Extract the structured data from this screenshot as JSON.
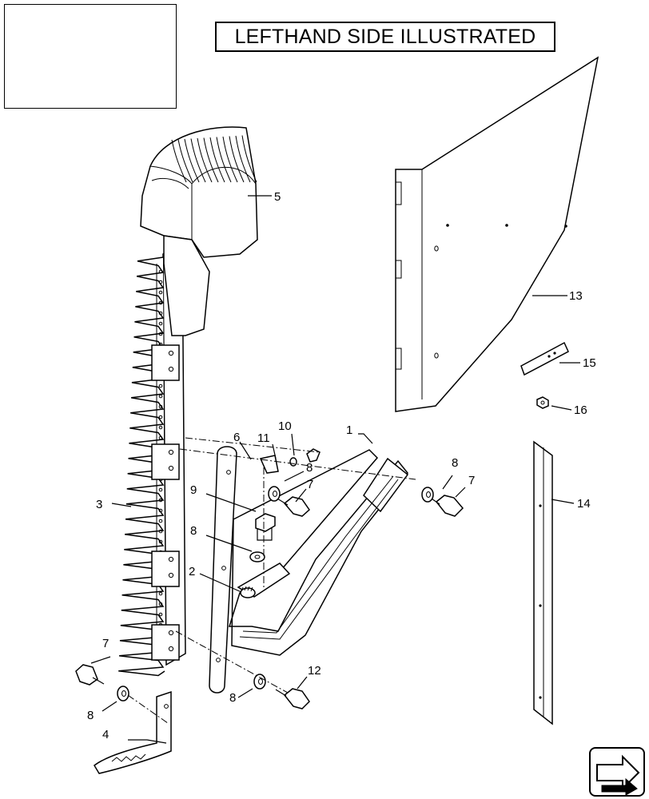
{
  "header": {
    "caption": "LEFTHAND SIDE ILLUSTRATED"
  },
  "callouts": [
    {
      "id": "c1",
      "text": "1"
    },
    {
      "id": "c2",
      "text": "2"
    },
    {
      "id": "c3",
      "text": "3"
    },
    {
      "id": "c4",
      "text": "4"
    },
    {
      "id": "c5",
      "text": "5"
    },
    {
      "id": "c6",
      "text": "6"
    },
    {
      "id": "c7a",
      "text": "7"
    },
    {
      "id": "c7b",
      "text": "7"
    },
    {
      "id": "c7c",
      "text": "7"
    },
    {
      "id": "c8a",
      "text": "8"
    },
    {
      "id": "c8b",
      "text": "8"
    },
    {
      "id": "c8c",
      "text": "8"
    },
    {
      "id": "c8d",
      "text": "8"
    },
    {
      "id": "c8e",
      "text": "8"
    },
    {
      "id": "c9",
      "text": "9"
    },
    {
      "id": "c10",
      "text": "10"
    },
    {
      "id": "c11",
      "text": "11"
    },
    {
      "id": "c12",
      "text": "12"
    },
    {
      "id": "c13",
      "text": "13"
    },
    {
      "id": "c14",
      "text": "14"
    },
    {
      "id": "c15",
      "text": "15"
    },
    {
      "id": "c16",
      "text": "16"
    }
  ],
  "icons": {
    "nav": "next-page-arrow-icon"
  }
}
